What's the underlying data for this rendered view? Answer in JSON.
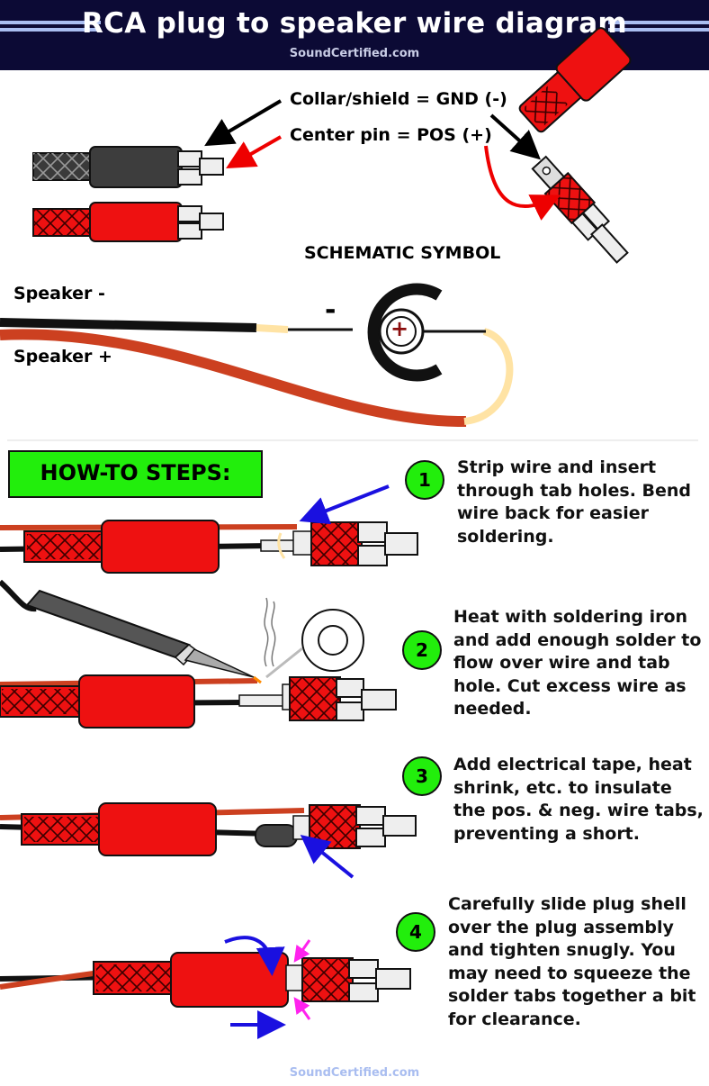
{
  "header": {
    "title": "RCA plug to speaker wire diagram",
    "site": "SoundCertified.com"
  },
  "labels": {
    "collar": "Collar/shield = GND (-)",
    "center": "Center pin = POS (+)",
    "schematic": "SCHEMATIC SYMBOL",
    "speaker_neg": "Speaker -",
    "speaker_pos": "Speaker +",
    "minus": "-",
    "plus": "+"
  },
  "howto": "HOW-TO STEPS:",
  "steps": [
    {
      "num": "1",
      "text": "Strip wire and insert through tab holes. Bend wire back for easier soldering."
    },
    {
      "num": "2",
      "text": "Heat with soldering iron and add enough solder to flow over wire and tab hole. Cut excess wire as needed."
    },
    {
      "num": "3",
      "text": "Add electrical tape, heat shrink, etc. to insulate the pos. & neg. wire tabs, preventing a short."
    },
    {
      "num": "4",
      "text": "Carefully slide plug shell over the plug assembly and tighten snugly. You may need to squeeze the solder tabs together a bit for clearance."
    }
  ],
  "footer": "SoundCertified.com",
  "colors": {
    "header_bg": "#0c0a35",
    "accent_green": "#22ee0c",
    "plug_red": "#ee1111",
    "wire_red": "#cc4020",
    "arrow_blue": "#1a10e0",
    "arrow_magenta": "#ff22ee"
  }
}
